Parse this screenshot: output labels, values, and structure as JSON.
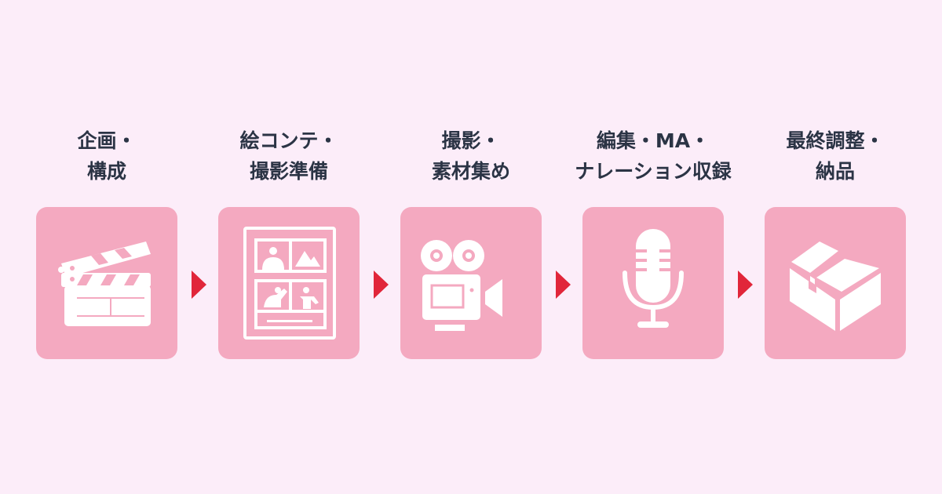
{
  "steps": [
    {
      "line1": "企画・",
      "line2": "構成",
      "icon": "clapperboard-icon"
    },
    {
      "line1": "絵コンテ・",
      "line2": "撮影準備",
      "icon": "storyboard-icon"
    },
    {
      "line1": "撮影・",
      "line2": "素材集め",
      "icon": "video-camera-icon"
    },
    {
      "line1": "編集・MA・",
      "line2": "ナレーション収録",
      "icon": "microphone-icon"
    },
    {
      "line1": "最終調整・",
      "line2": "納品",
      "icon": "package-box-icon"
    }
  ],
  "colors": {
    "background": "#fcedf9",
    "box": "#f4a9c0",
    "arrow": "#e1263a",
    "text": "#2b3445"
  }
}
